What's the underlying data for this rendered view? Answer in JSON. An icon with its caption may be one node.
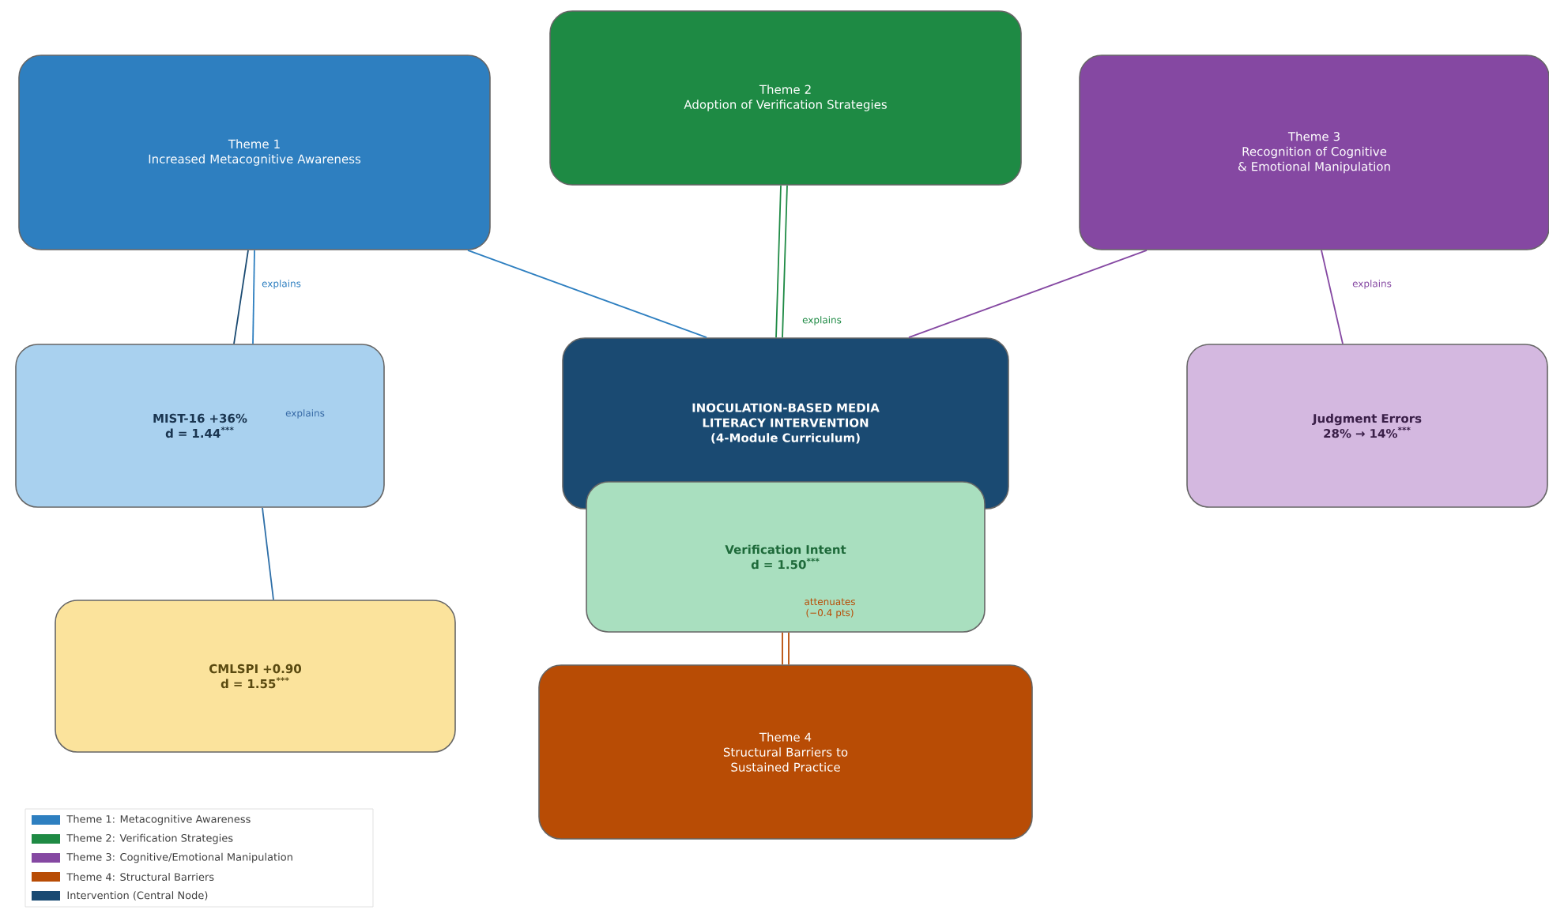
{
  "diagram": {
    "nodes": [
      {
        "text": [
          "Theme 1",
          "Increased Metacognitive Awareness"
        ]
      },
      {
        "text": [
          "Theme 2",
          "Adoption of Verification Strategies"
        ]
      },
      {
        "text": [
          "Theme 3",
          "Recognition of Cognitive & Emotional Manipulation"
        ]
      },
      {
        "text": [
          "INOCULATION-BASED MEDIA LITERACY INTERVENTION",
          "(4-Module Curriculum)"
        ]
      },
      {
        "text": [
          "MIST-16 +36%",
          "d = 1.44$^{***}$"
        ]
      },
      {
        "text": [
          "Judgment Errors",
          "28% → 14%$^{***}$"
        ]
      },
      {
        "text": [
          "CMLSPI +0.90",
          "d = 1.55$^{***}$"
        ]
      },
      {
        "text": [
          "Verification Intent",
          "d = 1.50$^{***}$"
        ]
      },
      {
        "text": [
          "Theme 4",
          "Structural Barriers to Sustained Practice"
        ]
      }
    ],
    "edges": [
      {
        "from": 0,
        "to": 3,
        "arrow": "none",
        "color": "#2e7fc0"
      },
      {
        "from": 0,
        "to": 4,
        "arrow": "none",
        "color": "#2e7fc0",
        "label": "explains"
      },
      {
        "from": 0,
        "to": 4,
        "arrow": "none",
        "color": "#1a4a72"
      },
      {
        "from": 1,
        "to": 3,
        "arrow": "none",
        "color": "#1e8a44"
      },
      {
        "from": 1,
        "to": 3,
        "arrow": "none",
        "color": "#1e8a44",
        "label": "explains"
      },
      {
        "from": 2,
        "to": 3,
        "arrow": "none",
        "color": "#8548a2"
      },
      {
        "from": 2,
        "to": 5,
        "arrow": "none",
        "color": "#8548a2",
        "label": "explains"
      },
      {
        "from": 4,
        "to": 6,
        "arrow": "none",
        "color": "#2e6fa8"
      },
      {
        "from": 7,
        "to": 8,
        "arrow": "none",
        "color": "#b84c05"
      },
      {
        "from": 7,
        "to": 8,
        "arrow": "none",
        "color": "#b84c05",
        "label": "attenuates (−0.4 pts)"
      }
    ],
    "labels": [
      "explains"
    ],
    "legend": [
      {
        "text": "Theme 1: Metacognitive Awareness",
        "color": "#2e7fc0"
      },
      {
        "text": "Theme 2: Verification Strategies",
        "color": "#1e8a44"
      },
      {
        "text": "Theme 3: Cognitive/Emotional Manipulation",
        "color": "#8548a2"
      },
      {
        "text": "Theme 4: Structural Barriers",
        "color": "#b84c05"
      },
      {
        "text": "Intervention (Central Node)",
        "color": "#1a4a72"
      }
    ]
  }
}
